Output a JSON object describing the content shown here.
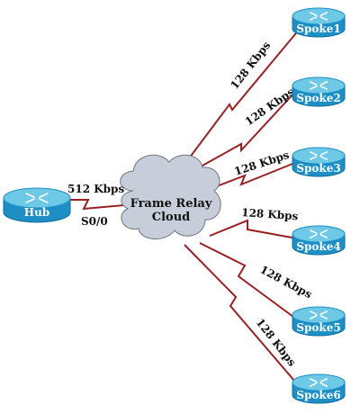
{
  "colors": {
    "link": "#9b2023",
    "router_top": "#6ec9e6",
    "router_side": "#1e8fc4",
    "router_side_dark": "#0e6f9f",
    "cloud_fill": "#c7ced9",
    "cloud_stroke": "#6f7683"
  },
  "cloud": {
    "line1": "Frame Relay",
    "line2": "Cloud"
  },
  "hub": {
    "name": "Hub",
    "bandwidth": "512 Kbps",
    "interface": "S0/0"
  },
  "spokes": [
    {
      "name": "Spoke1",
      "bandwidth": "128 Kbps"
    },
    {
      "name": "Spoke2",
      "bandwidth": "128 Kbps"
    },
    {
      "name": "Spoke3",
      "bandwidth": "128 Kbps"
    },
    {
      "name": "Spoke4",
      "bandwidth": "128 Kbps"
    },
    {
      "name": "Spoke5",
      "bandwidth": "128 Kbps"
    },
    {
      "name": "Spoke6",
      "bandwidth": "128 Kbps"
    }
  ],
  "icons": {
    "router": "router-icon",
    "cloud": "cloud-icon",
    "link": "serial-link-icon"
  }
}
